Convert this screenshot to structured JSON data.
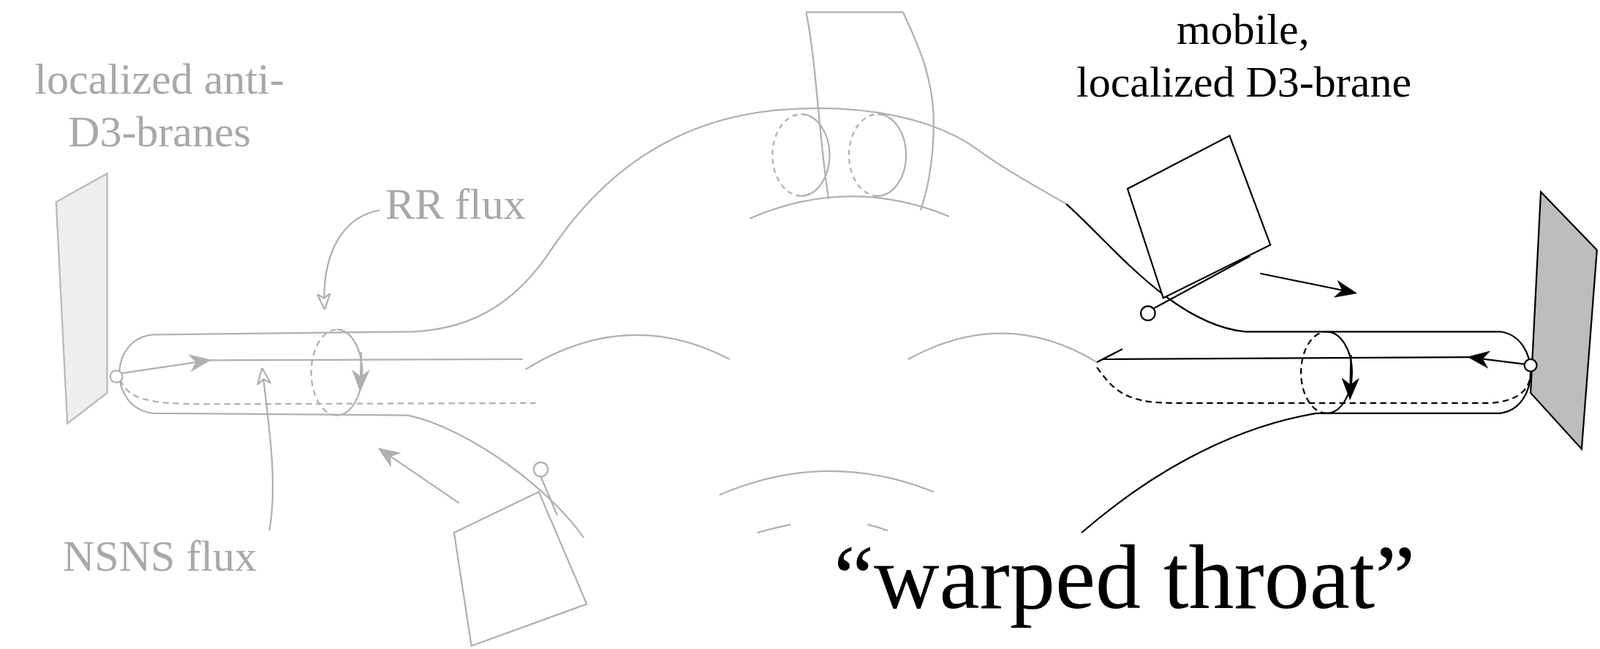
{
  "diagram": {
    "labels": [
      "localized anti-D3-branes",
      "RR flux",
      "NSNS flux",
      "mobile, localized D3-brane",
      "“warped throat”"
    ]
  }
}
